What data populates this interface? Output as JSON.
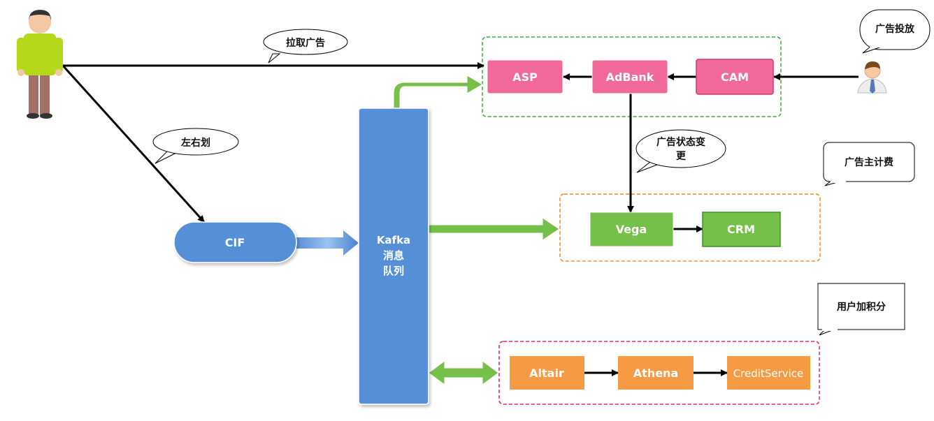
{
  "nodes": {
    "asp": "ASP",
    "adbank": "AdBank",
    "cam": "CAM",
    "cif": "CIF",
    "kafka": [
      "Kafka",
      "消息",
      "队列"
    ],
    "vega": "Vega",
    "crm": "CRM",
    "altair": "Altair",
    "athena": "Athena",
    "credit_service": "CreditService"
  },
  "callouts": {
    "pull_ads": "拉取广告",
    "swipe": "左右划",
    "ad_status_change": [
      "广告状态变",
      "更"
    ],
    "ad_placement": "广告投放",
    "advertiser_billing": "广告主计费",
    "user_points": "用户加积分"
  },
  "colors": {
    "pink": "#f0699a",
    "blue": "#5590d6",
    "green": "#76c04a",
    "orange": "#f79a44",
    "group_green_border": "#3aa83a",
    "group_orange_border": "#f08b1e",
    "group_pink_border": "#d9247c"
  },
  "icons": {
    "user": "person-icon",
    "operator": "businessman-icon"
  }
}
